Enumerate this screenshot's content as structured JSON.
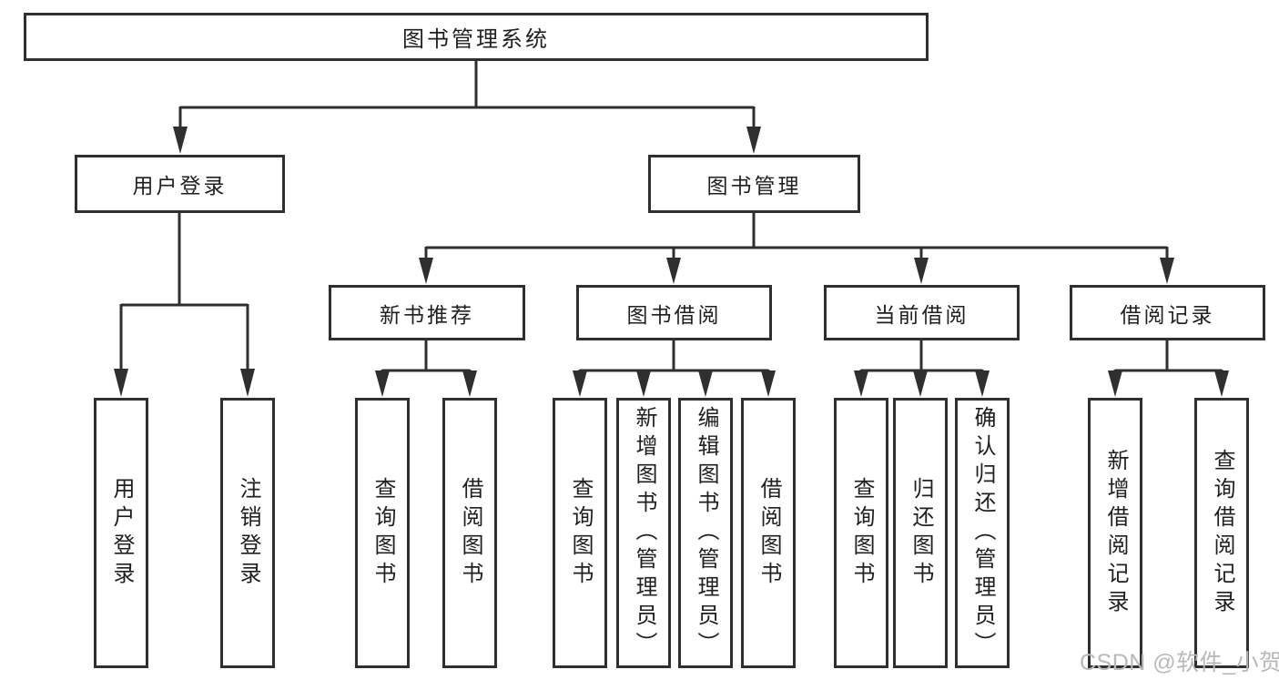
{
  "tree": {
    "root": {
      "label": "图书管理系统"
    },
    "branches": [
      {
        "label": "用户登录",
        "children": [
          {
            "label": "用户登录"
          },
          {
            "label": "注销登录"
          }
        ]
      },
      {
        "label": "图书管理",
        "children": [
          {
            "label": "新书推荐",
            "children": [
              {
                "label": "查询图书"
              },
              {
                "label": "借阅图书"
              }
            ]
          },
          {
            "label": "图书借阅",
            "children": [
              {
                "label": "查询图书"
              },
              {
                "label": "新增图书（管理员）"
              },
              {
                "label": "编辑图书（管理员）"
              },
              {
                "label": "借阅图书"
              }
            ]
          },
          {
            "label": "当前借阅",
            "children": [
              {
                "label": "查询图书"
              },
              {
                "label": "归还图书"
              },
              {
                "label": "确认归还（管理员）"
              }
            ]
          },
          {
            "label": "借阅记录",
            "children": [
              {
                "label": "新增借阅记录"
              },
              {
                "label": "查询借阅记录"
              }
            ]
          }
        ]
      }
    ]
  },
  "watermark": {
    "text": "CSDN @软件_小贺同学"
  },
  "colors": {
    "line": "#2f2f2f",
    "box_border": "#2f2f2f",
    "box_fill": "#ffffff",
    "text": "#1f1f1f",
    "watermark": "#b9b9b9"
  }
}
